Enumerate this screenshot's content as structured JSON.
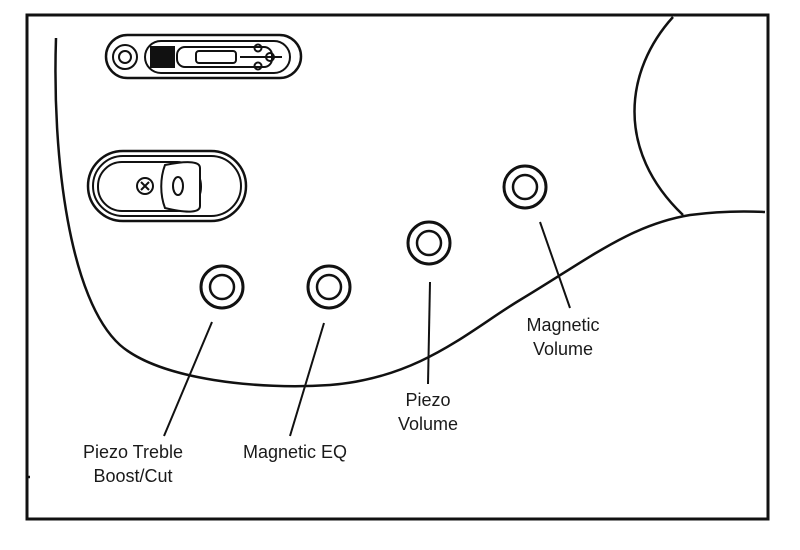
{
  "diagram": {
    "type": "guitar-control-layout",
    "components": [
      {
        "id": "pickup-selector-switch",
        "kind": "slide switch"
      },
      {
        "id": "output-jack",
        "kind": "jack plate with screw"
      },
      {
        "id": "knob-piezo-treble",
        "kind": "knob"
      },
      {
        "id": "knob-magnetic-eq",
        "kind": "knob"
      },
      {
        "id": "knob-piezo-volume",
        "kind": "knob"
      },
      {
        "id": "knob-magnetic-volume",
        "kind": "knob"
      }
    ],
    "labels": {
      "piezo_treble_line1": "Piezo Treble",
      "piezo_treble_line2": "Boost/Cut",
      "magnetic_eq": "Magnetic EQ",
      "piezo_volume_line1": "Piezo",
      "piezo_volume_line2": "Volume",
      "magnetic_volume_line1": "Magnetic",
      "magnetic_volume_line2": "Volume"
    },
    "colors": {
      "stroke": "#111111",
      "background": "#ffffff"
    }
  }
}
